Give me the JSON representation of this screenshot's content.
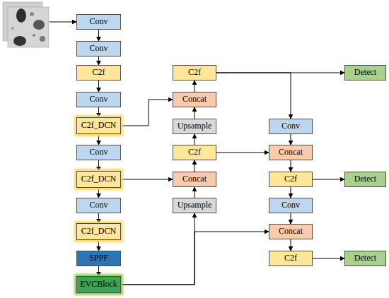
{
  "diagram": {
    "nodes": [
      {
        "text": [
          "Conv"
        ]
      },
      {
        "text": [
          "Conv"
        ]
      },
      {
        "text": [
          "C2f"
        ]
      },
      {
        "text": [
          "Conv"
        ]
      },
      {
        "text": [
          "C2f_DCN"
        ]
      },
      {
        "text": [
          "Conv"
        ]
      },
      {
        "text": [
          "C2f_DCN"
        ]
      },
      {
        "text": [
          "Conv"
        ]
      },
      {
        "text": [
          "C2f_DCN"
        ]
      },
      {
        "text": [
          "SPPF"
        ]
      },
      {
        "text": [
          "EVCBlock"
        ]
      },
      {
        "text": [
          "C2f"
        ]
      },
      {
        "text": [
          "Concat"
        ]
      },
      {
        "text": [
          "Upsample"
        ]
      },
      {
        "text": [
          "C2f"
        ]
      },
      {
        "text": [
          "Concat"
        ]
      },
      {
        "text": [
          "Upsample"
        ]
      },
      {
        "text": [
          "Conv"
        ]
      },
      {
        "text": [
          "Concat"
        ]
      },
      {
        "text": [
          "C2f"
        ]
      },
      {
        "text": [
          "Conv"
        ]
      },
      {
        "text": [
          "Concat"
        ]
      },
      {
        "text": [
          "C2f"
        ]
      },
      {
        "text": [
          "Detect"
        ]
      },
      {
        "text": [
          "Detect"
        ]
      },
      {
        "text": [
          "Detect"
        ]
      }
    ],
    "edges": [
      {
        "from": 0,
        "to": 1,
        "arrow": "to"
      },
      {
        "from": 1,
        "to": 2,
        "arrow": "to"
      },
      {
        "from": 2,
        "to": 3,
        "arrow": "to"
      },
      {
        "from": 3,
        "to": 4,
        "arrow": "to"
      },
      {
        "from": 4,
        "to": 5,
        "arrow": "to"
      },
      {
        "from": 5,
        "to": 6,
        "arrow": "to"
      },
      {
        "from": 6,
        "to": 7,
        "arrow": "to"
      },
      {
        "from": 7,
        "to": 8,
        "arrow": "to"
      },
      {
        "from": 8,
        "to": 9,
        "arrow": "to"
      },
      {
        "from": 9,
        "to": 10,
        "arrow": "to"
      },
      {
        "from": 10,
        "to": 16,
        "arrow": "to"
      },
      {
        "from": 10,
        "to": 21,
        "arrow": "to"
      },
      {
        "from": 16,
        "to": 15,
        "arrow": "to"
      },
      {
        "from": 15,
        "to": 14,
        "arrow": "to"
      },
      {
        "from": 14,
        "to": 13,
        "arrow": "to"
      },
      {
        "from": 13,
        "to": 12,
        "arrow": "to"
      },
      {
        "from": 12,
        "to": 11,
        "arrow": "to"
      },
      {
        "from": 6,
        "to": 15,
        "arrow": "to"
      },
      {
        "from": 4,
        "to": 12,
        "arrow": "to"
      },
      {
        "from": 11,
        "to": 23,
        "arrow": "to"
      },
      {
        "from": 11,
        "to": 17,
        "arrow": "to"
      },
      {
        "from": 14,
        "to": 18,
        "arrow": "to"
      },
      {
        "from": 17,
        "to": 18,
        "arrow": "to"
      },
      {
        "from": 18,
        "to": 19,
        "arrow": "to"
      },
      {
        "from": 19,
        "to": 24,
        "arrow": "to"
      },
      {
        "from": 19,
        "to": 20,
        "arrow": "to"
      },
      {
        "from": 20,
        "to": 21,
        "arrow": "to"
      },
      {
        "from": 21,
        "to": 22,
        "arrow": "to"
      },
      {
        "from": 22,
        "to": 25,
        "arrow": "to"
      }
    ]
  }
}
